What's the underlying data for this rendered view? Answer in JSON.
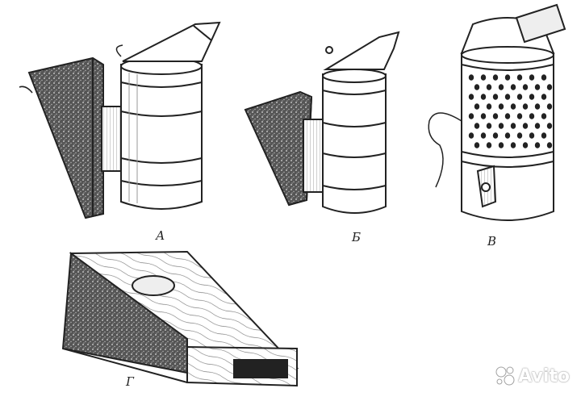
{
  "labels": {
    "a": "А",
    "b": "Б",
    "v": "В",
    "g": "Г"
  },
  "watermark": {
    "text": "Avito"
  },
  "colors": {
    "ink": "#222222",
    "paper": "#ffffff"
  }
}
